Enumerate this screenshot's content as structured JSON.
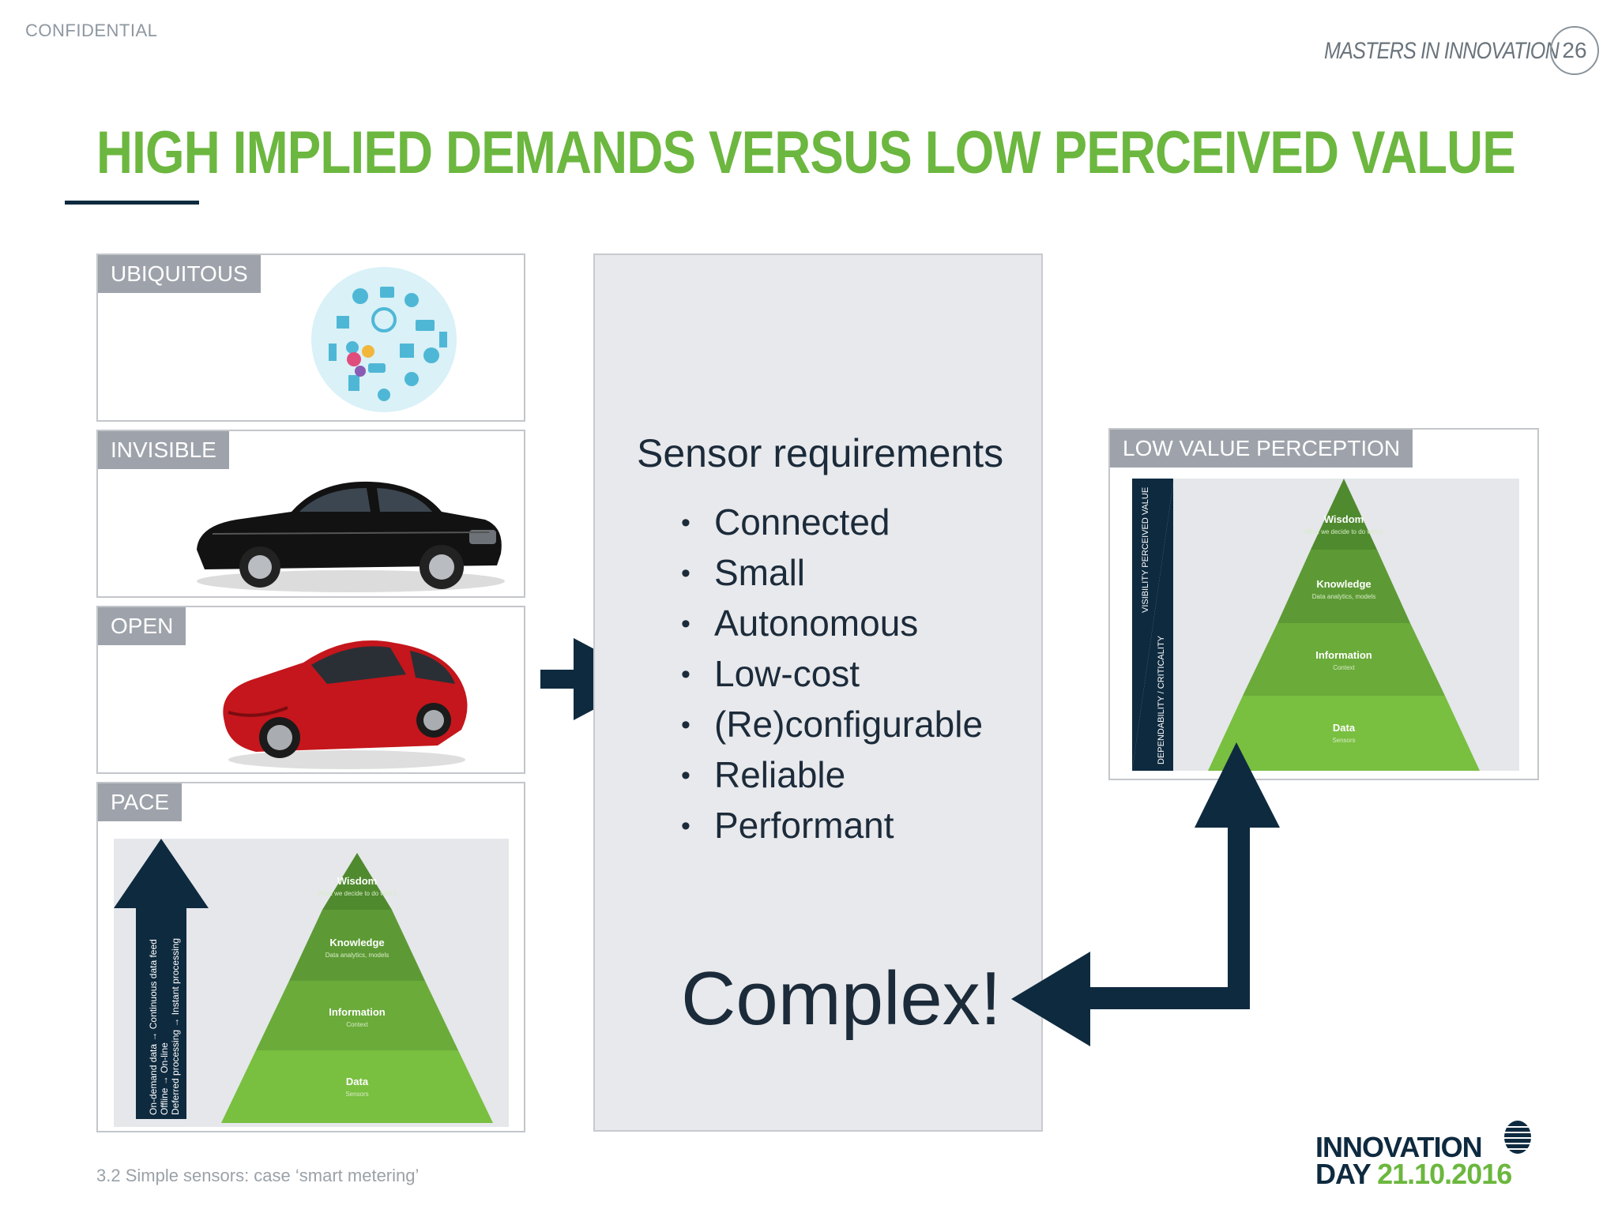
{
  "header": {
    "confidential": "CONFIDENTIAL",
    "brand": "MASTERS IN INNOVATION",
    "page_number": "26"
  },
  "title": "HIGH IMPLIED DEMANDS VERSUS LOW PERCEIVED VALUE",
  "panels": {
    "ubiquitous": "UBIQUITOUS",
    "invisible": "INVISIBLE",
    "open": "OPEN",
    "pace": "PACE"
  },
  "pace_pyramid": {
    "axis_text_1": "On-demand data → Continuous data feed",
    "axis_text_2": "Offline → On-line",
    "axis_text_3": "Deferred processing → Instant processing",
    "levels": [
      {
        "label": "Wisdom",
        "sub": "What we decide to do with it"
      },
      {
        "label": "Knowledge",
        "sub": "Data analytics, models"
      },
      {
        "label": "Information",
        "sub": "Context"
      },
      {
        "label": "Data",
        "sub": "Sensors"
      }
    ]
  },
  "center": {
    "heading": "Sensor requirements",
    "items": [
      "Connected",
      "Small",
      "Autonomous",
      "Low-cost",
      "(Re)configurable",
      "Reliable",
      "Performant"
    ],
    "conclusion": "Complex!"
  },
  "low_value": {
    "tag": "LOW VALUE PERCEPTION",
    "axis_top": "VISIBILITY PERCEIVED VALUE",
    "axis_bottom": "DEPENDABILITY / CRITICALITY",
    "levels": [
      {
        "label": "Wisdom",
        "sub": "What we decide to do with it"
      },
      {
        "label": "Knowledge",
        "sub": "Data analytics, models"
      },
      {
        "label": "Information",
        "sub": "Context"
      },
      {
        "label": "Data",
        "sub": "Sensors"
      }
    ]
  },
  "footer": {
    "caption": "3.2 Simple sensors: case ‘smart metering’",
    "logo_line1": "INNOVATION",
    "logo_day": "DAY",
    "logo_date": "21.10.2016"
  },
  "colors": {
    "title_green": "#6cb73f",
    "navy": "#0e2a3f",
    "tag_grey": "#9ea3ab",
    "center_bg": "#e8e9ec"
  }
}
